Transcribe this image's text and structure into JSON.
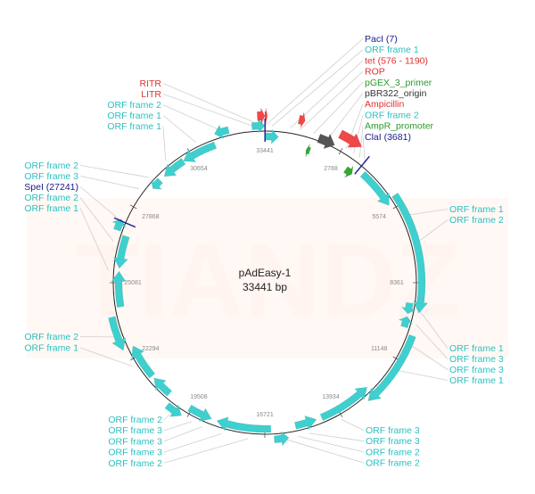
{
  "plasmid": {
    "name": "pAdEasy-1",
    "size_label": "33441 bp",
    "length": 33441
  },
  "watermark": "TIANDZ",
  "colors": {
    "orf": "#3fcfcf",
    "orf_dark": "#20a8a8",
    "red": "#ef4848",
    "promoter_primer": "#33a833",
    "origin": "#555555",
    "enzyme": "#1a1a8a",
    "watermark_bg": "#fff8f4"
  },
  "ticks": [
    {
      "label": "2788",
      "pos": 2788
    },
    {
      "label": "5574",
      "pos": 5574
    },
    {
      "label": "8361",
      "pos": 8361
    },
    {
      "label": "11148",
      "pos": 11148
    },
    {
      "label": "13934",
      "pos": 13934
    },
    {
      "label": "16721",
      "pos": 16721
    },
    {
      "label": "19508",
      "pos": 19508
    },
    {
      "label": "22294",
      "pos": 22294
    },
    {
      "label": "25081",
      "pos": 25081
    },
    {
      "label": "27868",
      "pos": 27868
    },
    {
      "label": "30654",
      "pos": 30654
    },
    {
      "label": "33441",
      "pos": 33441
    }
  ],
  "features": [
    {
      "type": "orf",
      "start": 30300,
      "end": 31600,
      "strand": -1
    },
    {
      "type": "orf",
      "start": 31700,
      "end": 32200,
      "strand": -1
    },
    {
      "type": "orf",
      "start": 29400,
      "end": 30300,
      "strand": -1
    },
    {
      "type": "orf",
      "start": 28800,
      "end": 29200,
      "strand": -1
    },
    {
      "type": "orf",
      "start": 33000,
      "end": 33441,
      "strand": 1
    },
    {
      "type": "orf",
      "start": 0,
      "end": 500,
      "strand": 1
    },
    {
      "type": "red",
      "start": 33200,
      "end": 33441,
      "strand": 1
    },
    {
      "type": "red",
      "start": 0,
      "end": 80,
      "strand": 1
    },
    {
      "type": "red",
      "start": 1100,
      "end": 1300,
      "strand": 1
    },
    {
      "type": "green",
      "start": 1600,
      "end": 1750,
      "strand": -1
    },
    {
      "type": "grey",
      "start": 1900,
      "end": 2500,
      "strand": 1
    },
    {
      "type": "red",
      "start": 2500,
      "end": 3300,
      "strand": 1
    },
    {
      "type": "green",
      "start": 3300,
      "end": 3600,
      "strand": 1
    },
    {
      "type": "orf",
      "start": 3900,
      "end": 5400,
      "strand": 1
    },
    {
      "type": "orf",
      "start": 5200,
      "end": 9400,
      "strand": 1
    },
    {
      "type": "orf",
      "start": 9100,
      "end": 9500,
      "strand": 1
    },
    {
      "type": "orf",
      "start": 9600,
      "end": 10000,
      "strand": -1
    },
    {
      "type": "orf",
      "start": 10200,
      "end": 12900,
      "strand": 1
    },
    {
      "type": "orf",
      "start": 12600,
      "end": 14600,
      "strand": -1
    },
    {
      "type": "orf",
      "start": 14800,
      "end": 15600,
      "strand": -1
    },
    {
      "type": "orf",
      "start": 15900,
      "end": 16400,
      "strand": -1
    },
    {
      "type": "orf",
      "start": 16500,
      "end": 18500,
      "strand": 1
    },
    {
      "type": "orf",
      "start": 18700,
      "end": 19600,
      "strand": -1
    },
    {
      "type": "orf",
      "start": 19700,
      "end": 20300,
      "strand": -1
    },
    {
      "type": "orf",
      "start": 20500,
      "end": 21300,
      "strand": 1
    },
    {
      "type": "orf",
      "start": 21400,
      "end": 22700,
      "strand": 1
    },
    {
      "type": "orf",
      "start": 22700,
      "end": 23900,
      "strand": -1
    },
    {
      "type": "orf",
      "start": 24200,
      "end": 25500,
      "strand": 1
    },
    {
      "type": "orf",
      "start": 25600,
      "end": 26800,
      "strand": -1
    },
    {
      "type": "orf",
      "start": 26900,
      "end": 27300,
      "strand": 1
    },
    {
      "type": "site",
      "start": 7,
      "end": 7,
      "strand": 0
    },
    {
      "type": "site",
      "start": 3681,
      "end": 3681,
      "strand": 0
    },
    {
      "type": "site",
      "start": 27241,
      "end": 27241,
      "strand": 0
    }
  ],
  "labels": [
    {
      "text": "PacI (7)",
      "color": "#1a1a8a",
      "pos": 7,
      "group": "top"
    },
    {
      "text": "ORF frame 1",
      "color": "#2cc0c0",
      "pos": 250,
      "group": "top"
    },
    {
      "text": "tet (576 - 1190)",
      "color": "#e03030",
      "pos": 880,
      "group": "top"
    },
    {
      "text": "ROP",
      "color": "#e03030",
      "pos": 1200,
      "group": "top"
    },
    {
      "text": "pGEX_3_primer",
      "color": "#2a9a2a",
      "pos": 1680,
      "group": "top"
    },
    {
      "text": "pBR322_origin",
      "color": "#333333",
      "pos": 2200,
      "group": "top"
    },
    {
      "text": "Ampicillin",
      "color": "#e03030",
      "pos": 2900,
      "group": "top"
    },
    {
      "text": "ORF frame 2",
      "color": "#2cc0c0",
      "pos": 3200,
      "group": "top"
    },
    {
      "text": "AmpR_promoter",
      "color": "#2a9a2a",
      "pos": 3450,
      "group": "top"
    },
    {
      "text": "ClaI (3681)",
      "color": "#1a1a8a",
      "pos": 3681,
      "group": "top"
    },
    {
      "text": "RITR",
      "color": "#e03030",
      "pos": 33350,
      "group": "topleft"
    },
    {
      "text": "LITR",
      "color": "#e03030",
      "pos": 33050,
      "group": "topleft"
    },
    {
      "text": "ORF frame 2",
      "color": "#2cc0c0",
      "pos": 32000,
      "group": "topleft"
    },
    {
      "text": "ORF frame 1",
      "color": "#2cc0c0",
      "pos": 31000,
      "group": "topleft"
    },
    {
      "text": "ORF frame 1",
      "color": "#2cc0c0",
      "pos": 29800,
      "group": "topleft"
    },
    {
      "text": "ORF frame 2",
      "color": "#2cc0c0",
      "pos": 29000,
      "group": "left"
    },
    {
      "text": "ORF frame 3",
      "color": "#2cc0c0",
      "pos": 28500,
      "group": "left"
    },
    {
      "text": "SpeI (27241)",
      "color": "#1a1a8a",
      "pos": 27241,
      "group": "left"
    },
    {
      "text": "ORF frame 2",
      "color": "#2cc0c0",
      "pos": 26500,
      "group": "left"
    },
    {
      "text": "ORF frame 1",
      "color": "#2cc0c0",
      "pos": 25500,
      "group": "left"
    },
    {
      "text": "ORF frame 1",
      "color": "#2cc0c0",
      "pos": 6000,
      "group": "right"
    },
    {
      "text": "ORF frame 2",
      "color": "#2cc0c0",
      "pos": 7000,
      "group": "right"
    },
    {
      "text": "ORF frame 2",
      "color": "#2cc0c0",
      "pos": 23200,
      "group": "lowleft"
    },
    {
      "text": "ORF frame 1",
      "color": "#2cc0c0",
      "pos": 22100,
      "group": "lowleft"
    },
    {
      "text": "ORF frame 1",
      "color": "#2cc0c0",
      "pos": 9300,
      "group": "lowright"
    },
    {
      "text": "ORF frame 3",
      "color": "#2cc0c0",
      "pos": 9800,
      "group": "lowright"
    },
    {
      "text": "ORF frame 3",
      "color": "#2cc0c0",
      "pos": 10500,
      "group": "lowright"
    },
    {
      "text": "ORF frame 1",
      "color": "#2cc0c0",
      "pos": 11500,
      "group": "lowright"
    },
    {
      "text": "ORF frame 2",
      "color": "#2cc0c0",
      "pos": 20000,
      "group": "bottomleft"
    },
    {
      "text": "ORF frame 3",
      "color": "#2cc0c0",
      "pos": 19300,
      "group": "bottomleft"
    },
    {
      "text": "ORF frame 3",
      "color": "#2cc0c0",
      "pos": 18900,
      "group": "bottomleft"
    },
    {
      "text": "ORF frame 3",
      "color": "#2cc0c0",
      "pos": 18200,
      "group": "bottomleft"
    },
    {
      "text": "ORF frame 2",
      "color": "#2cc0c0",
      "pos": 17300,
      "group": "bottomleft"
    },
    {
      "text": "ORF frame 3",
      "color": "#2cc0c0",
      "pos": 14000,
      "group": "bottomright"
    },
    {
      "text": "ORF frame 3",
      "color": "#2cc0c0",
      "pos": 15200,
      "group": "bottomright"
    },
    {
      "text": "ORF frame 2",
      "color": "#2cc0c0",
      "pos": 15600,
      "group": "bottomright"
    },
    {
      "text": "ORF frame 2",
      "color": "#2cc0c0",
      "pos": 16100,
      "group": "bottomright"
    }
  ]
}
